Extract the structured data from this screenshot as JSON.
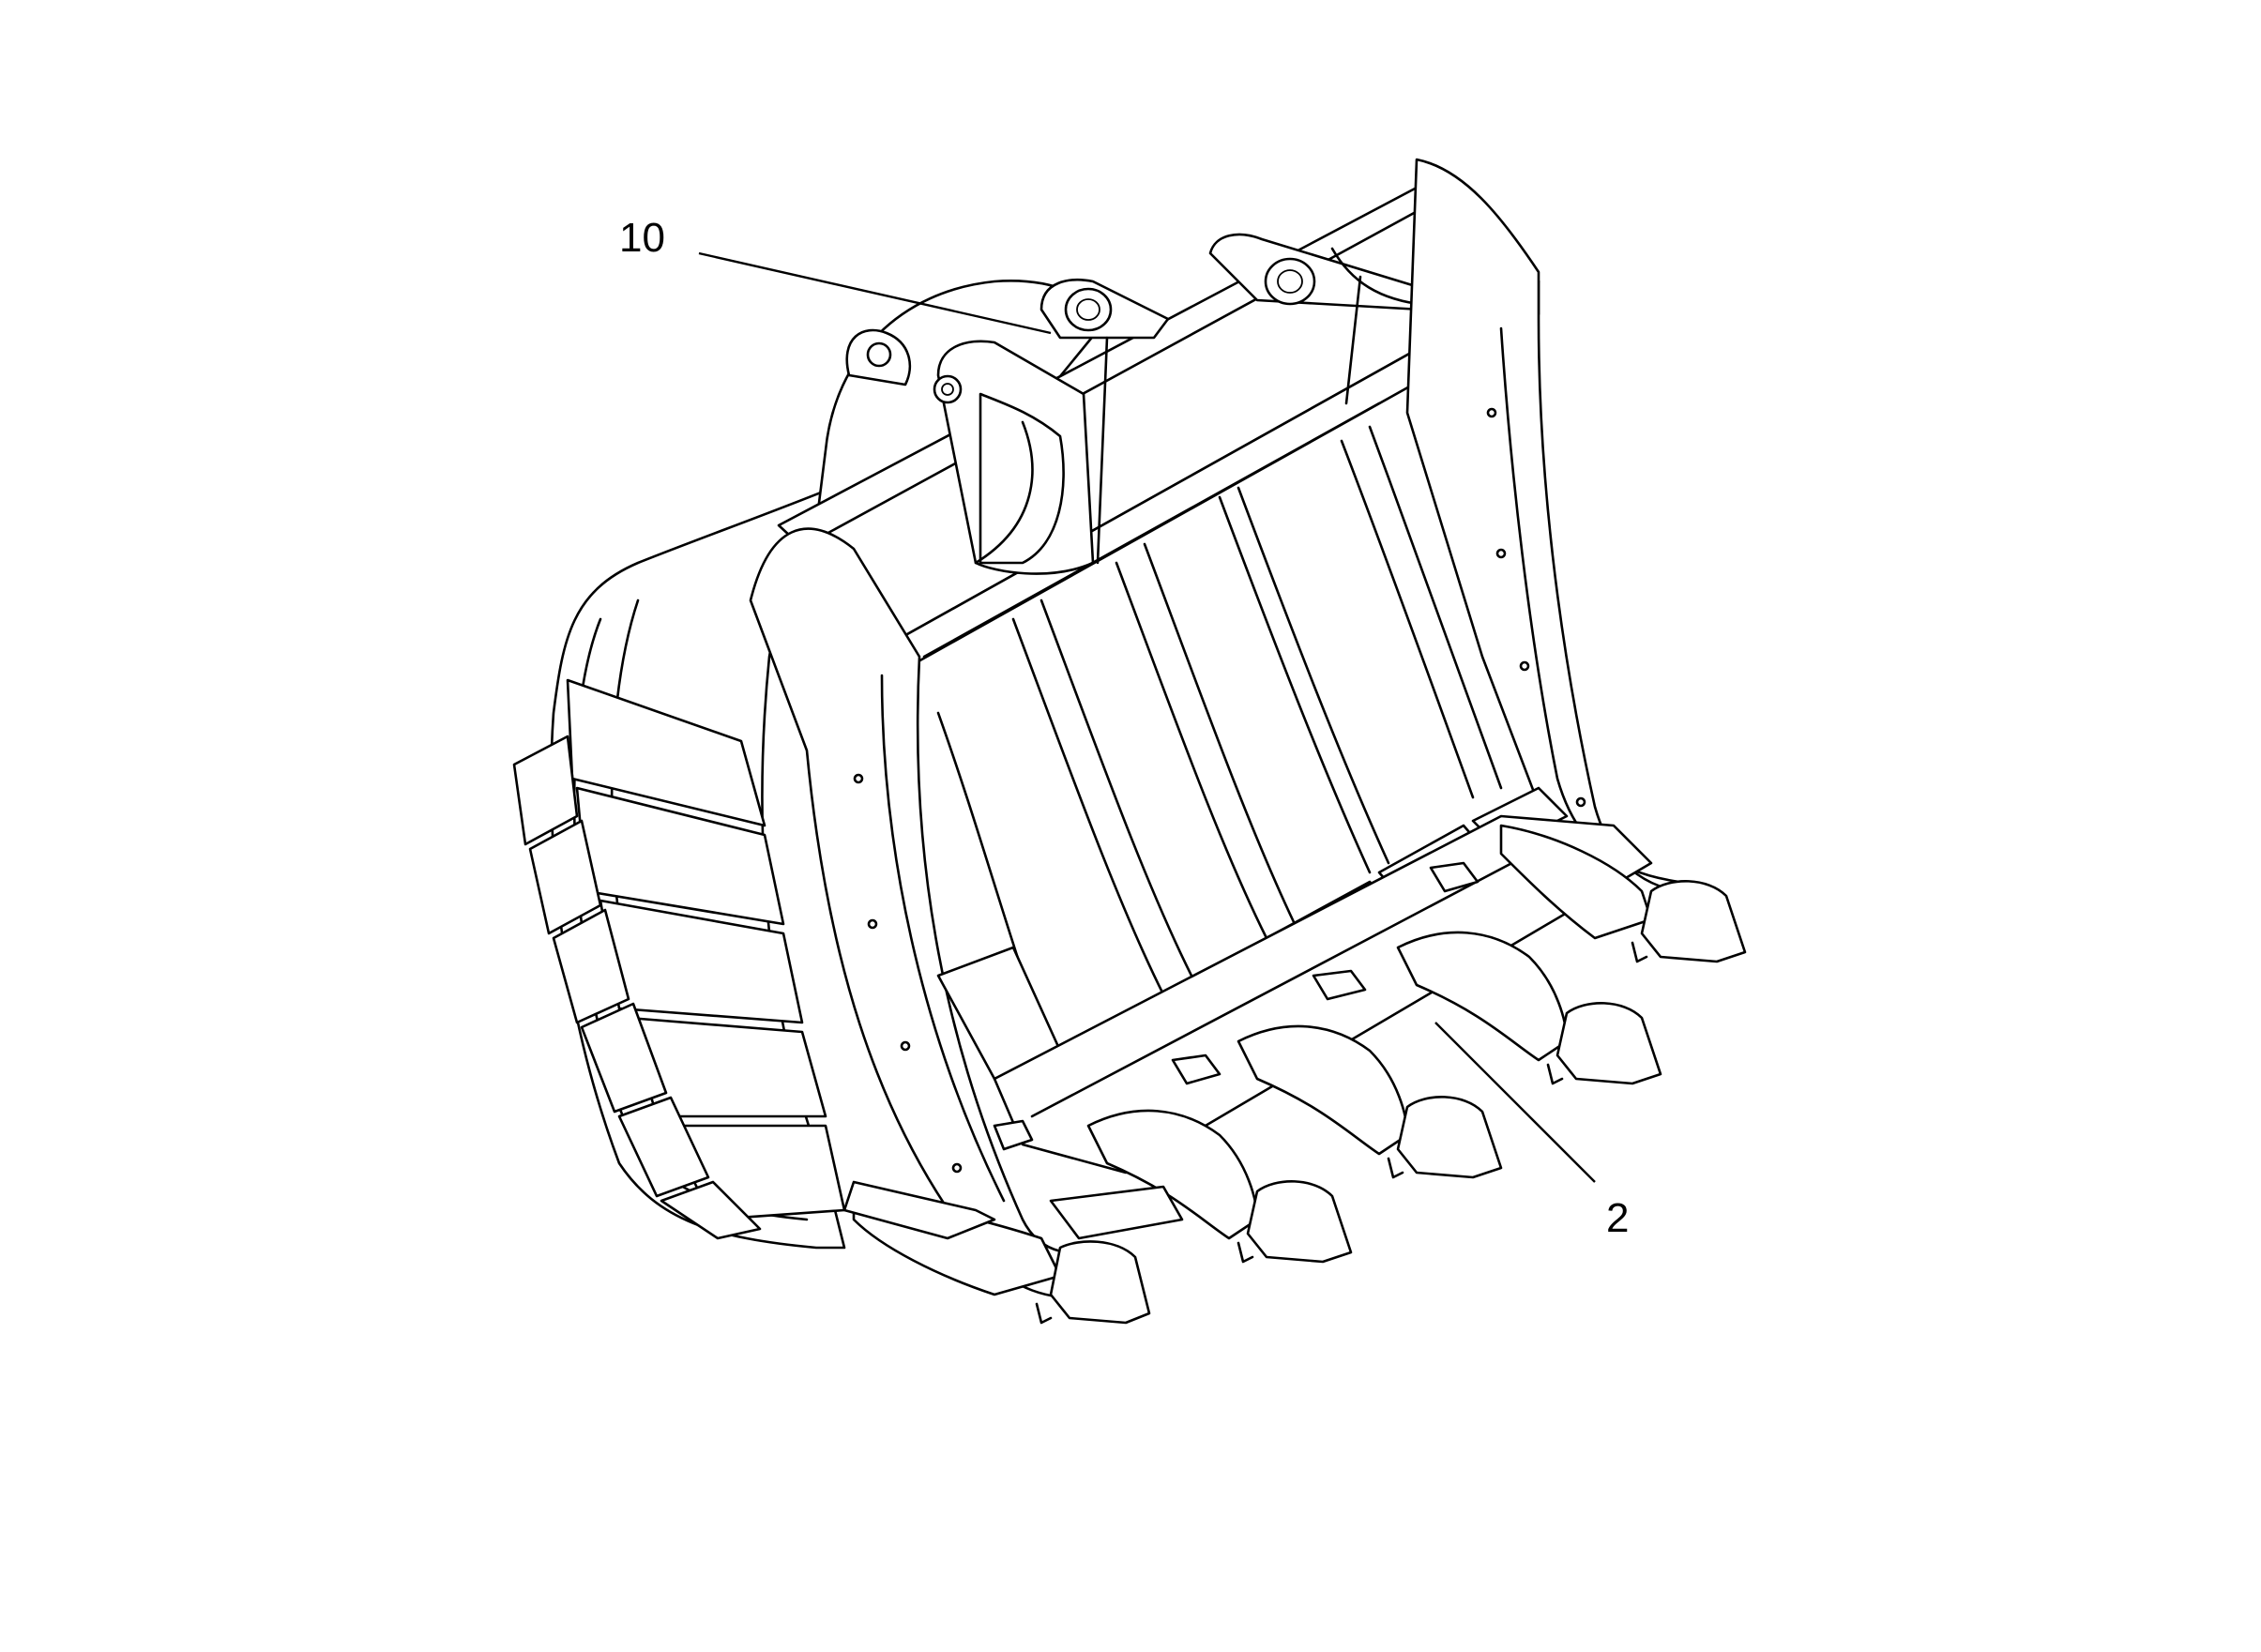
{
  "diagram": {
    "callouts": [
      {
        "id": "callout-10",
        "label": "10"
      },
      {
        "id": "callout-2",
        "label": "2"
      }
    ]
  }
}
